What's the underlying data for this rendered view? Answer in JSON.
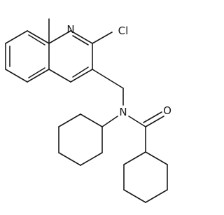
{
  "structure": {
    "atoms": {
      "n_quinoline": "N",
      "cl": "Cl",
      "n_amide": "N",
      "o": "O"
    },
    "colors": {
      "bond": "#1a1a1a",
      "background": "#ffffff"
    }
  }
}
